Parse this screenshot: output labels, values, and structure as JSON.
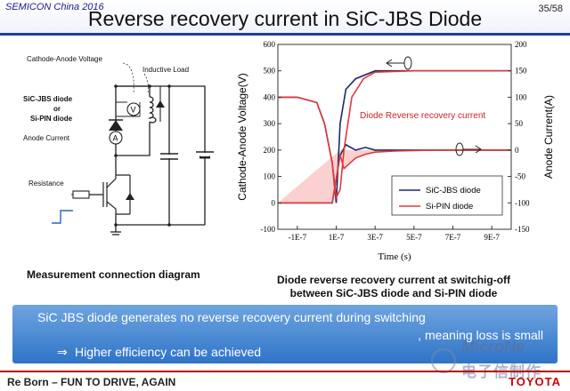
{
  "header": {
    "brand": "SEMICON China 2016",
    "page": "35/58",
    "title": "Reverse recovery current in SiC-JBS Diode"
  },
  "diagram": {
    "labels": {
      "cathode_anode_voltage": "Cathode-Anode Voltage",
      "inductive_load": "Inductive Load",
      "diode_line1": "SiC-JBS diode",
      "diode_line2": "or",
      "diode_line3": "Si-PIN diode",
      "anode_current": "Anode Current",
      "resistance": "Resistance",
      "v_symbol": "V",
      "a_symbol": "A"
    },
    "caption": "Measurement connection diagram"
  },
  "chart": {
    "caption_line1": "Diode reverse recovery current at switchig-off",
    "caption_line2": "between SiC-JBS diode and Si-PIN diode"
  },
  "chart_data": {
    "type": "line",
    "xlabel": "Time (s)",
    "ylabel_left": "Cathode-Anode Voltage(V)",
    "ylabel_right": "Anode Current(A)",
    "x_ticks": [
      "-1E-7",
      "1E-7",
      "3E-7",
      "5E-7",
      "7E-7",
      "9E-7"
    ],
    "x_tick_values": [
      -1e-07,
      1e-07,
      3e-07,
      5e-07,
      7e-07,
      9e-07
    ],
    "xlim": [
      -2e-07,
      1e-06
    ],
    "y_left_ticks": [
      "-100",
      "0",
      "100",
      "200",
      "300",
      "400",
      "500",
      "600"
    ],
    "y_left_tick_values": [
      -100,
      0,
      100,
      200,
      300,
      400,
      500,
      600
    ],
    "ylim_left": [
      -100,
      600
    ],
    "y_right_ticks": [
      "-150",
      "-100",
      "-50",
      "0",
      "50",
      "100",
      "150",
      "200"
    ],
    "y_right_tick_values": [
      -150,
      -100,
      -50,
      0,
      50,
      100,
      150,
      200
    ],
    "ylim_right": [
      -150,
      200
    ],
    "annotation": "Diode Reverse recovery current",
    "legend_position": "bottom-right",
    "series": [
      {
        "name": "SiC-JBS diode",
        "color": "#1a2a6a",
        "axis": "left",
        "x": [
          -2e-07,
          -1e-07,
          0,
          4e-08,
          8e-08,
          1e-07,
          1.1e-07,
          1.2e-07,
          1.5e-07,
          2e-07,
          3e-07,
          5e-07,
          1e-06
        ],
        "y": [
          400,
          400,
          380,
          300,
          150,
          0,
          150,
          300,
          430,
          470,
          500,
          500,
          500
        ]
      },
      {
        "name": "SiC-JBS diode",
        "color": "#1a2a6a",
        "axis": "right",
        "x": [
          -2e-07,
          -1e-07,
          0,
          8e-08,
          1.2e-07,
          1.5e-07,
          2e-07,
          2.5e-07,
          3e-07,
          4e-07,
          5e-07,
          1e-06
        ],
        "y": [
          -100,
          -100,
          -100,
          -100,
          -10,
          10,
          0,
          5,
          0,
          0,
          0,
          0
        ]
      },
      {
        "name": "Si-PIN diode",
        "color": "#e03a3a",
        "axis": "left",
        "x": [
          -2e-07,
          -1e-07,
          0,
          4e-08,
          8e-08,
          1e-07,
          1.2e-07,
          1.4e-07,
          1.8e-07,
          2.4e-07,
          3e-07,
          5e-07,
          1e-06
        ],
        "y": [
          400,
          400,
          380,
          300,
          150,
          20,
          50,
          200,
          400,
          470,
          495,
          500,
          500
        ]
      },
      {
        "name": "Si-PIN diode",
        "color": "#e03a3a",
        "axis": "right",
        "x": [
          -2e-07,
          -1e-07,
          0,
          8e-08,
          1.2e-07,
          1.4e-07,
          1.7e-07,
          2e-07,
          2.5e-07,
          3e-07,
          4e-07,
          6e-07,
          1e-06
        ],
        "y": [
          -100,
          -100,
          -100,
          -100,
          -10,
          -35,
          -25,
          -15,
          -8,
          -4,
          -2,
          0,
          0
        ]
      }
    ]
  },
  "summary": {
    "line1": "SiC JBS diode generates no reverse recovery current during switching",
    "line2": ", meaning loss is small",
    "arrow": "⇒",
    "line3": "Higher efficiency can be achieved"
  },
  "watermark": {
    "text1": "MicroNe",
    "text2": "电子信制作"
  },
  "footer": {
    "tagline": "Re Born – FUN TO DRIVE, AGAIN",
    "logo": "TOYOTA"
  }
}
